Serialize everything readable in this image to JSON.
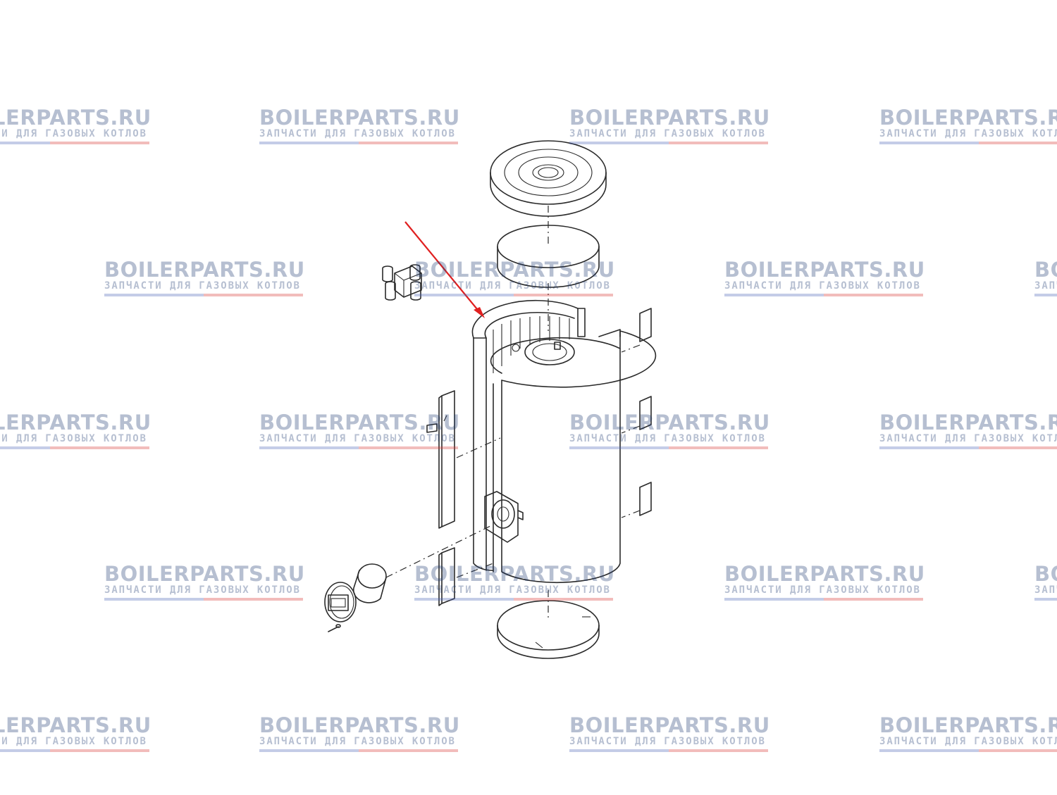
{
  "watermark": {
    "brand": "BOILERPARTS.RU",
    "tagline": "ЗАПЧАСТИ ДЛЯ ГАЗОВЫХ КОТЛОВ",
    "brand_color": "#1f3b73",
    "bar_colors": [
      "#4a62b8",
      "#d8322f"
    ]
  },
  "diagram": {
    "arrow_color": "#e02020",
    "line_color": "#2a2a2a",
    "parts": [
      {
        "id": "top-cover",
        "icon": "disc-cover-icon"
      },
      {
        "id": "top-insulation-disc",
        "icon": "disc-icon"
      },
      {
        "id": "connector-block",
        "icon": "connector-icon"
      },
      {
        "id": "tank-body-insulation",
        "icon": "cylinder-icon"
      },
      {
        "id": "side-strip",
        "icon": "strip-icon"
      },
      {
        "id": "lower-strip",
        "icon": "strip-icon"
      },
      {
        "id": "right-pads",
        "icon": "pad-icon"
      },
      {
        "id": "inspection-cap",
        "icon": "cap-icon"
      },
      {
        "id": "inspection-cover",
        "icon": "cover-plate-icon"
      },
      {
        "id": "screw",
        "icon": "screw-icon"
      },
      {
        "id": "bottom-disc",
        "icon": "disc-icon"
      }
    ]
  }
}
